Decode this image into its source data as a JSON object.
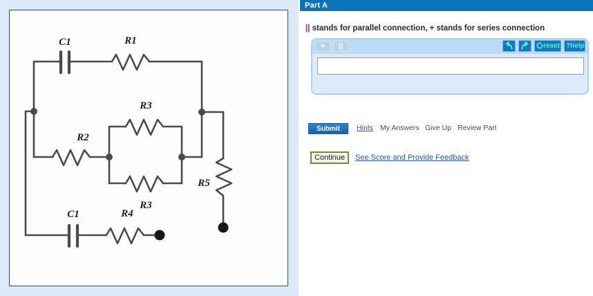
{
  "colors": {
    "page_background": "#dde9f8",
    "header_blue": "#0d73b8",
    "accent_link": "#2a52a5",
    "submit_blue": "#1e6fc0",
    "continue_border": "#7d8c2a",
    "pipe_purple": "#8a2b8a",
    "widget_fill": "#dceaf9",
    "widget_border": "#a9d0f0",
    "wire": "#4a4a48"
  },
  "header": {
    "title": "Part A"
  },
  "instruction": {
    "pipe_symbol": "||",
    "text": " stands for parallel connection, + stands for series connection"
  },
  "answer_widget": {
    "toolbar": {
      "plus_label": "+",
      "parallel_label": "||",
      "undo_label": "",
      "redo_label": "",
      "reset_label": "reset",
      "help_label": "help",
      "undo_icon": "undo-arrow-icon",
      "redo_icon": "redo-arrow-icon",
      "reset_icon": "refresh-circle-icon",
      "help_icon": "question-mark-icon"
    },
    "input": {
      "value": "",
      "placeholder": ""
    }
  },
  "submit_row": {
    "submit_label": "Submit",
    "links": [
      {
        "label": "Hints"
      },
      {
        "label": "My Answers"
      },
      {
        "label": "Give Up"
      },
      {
        "label": "Review Part"
      }
    ]
  },
  "continue_row": {
    "continue_label": "Continue",
    "feedback_link": "See Score and Provide Feedback"
  },
  "circuit": {
    "labels": {
      "c1_top": "C1",
      "r1": "R1",
      "r2": "R2",
      "r3_top": "R3",
      "r3_bottom": "R3",
      "r5": "R5",
      "c1_bottom": "C1",
      "r4": "R4"
    }
  }
}
